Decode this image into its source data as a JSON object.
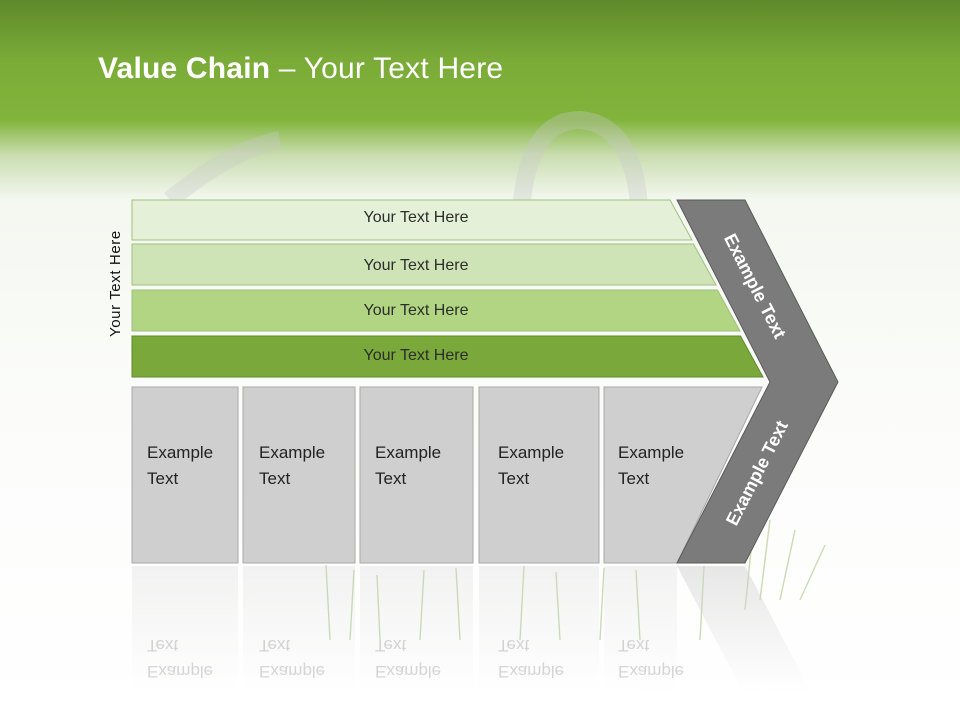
{
  "title": {
    "bold": "Value Chain",
    "rest": " – Your Text Here"
  },
  "side_label": "Your Text Here",
  "bands": [
    {
      "label": "Your Text Here",
      "color": "#e4f0d8"
    },
    {
      "label": "Your Text Here",
      "color": "#cfe4b6"
    },
    {
      "label": "Your Text Here",
      "color": "#b2d583"
    },
    {
      "label": "Your Text Here",
      "color": "#7aa83a"
    }
  ],
  "boxes": [
    {
      "line1": "Example",
      "line2": "Text"
    },
    {
      "line1": "Example",
      "line2": "Text"
    },
    {
      "line1": "Example",
      "line2": "Text"
    },
    {
      "line1": "Example",
      "line2": "Text"
    },
    {
      "line1": "Example",
      "line2": "Text"
    }
  ],
  "arrow": {
    "upper": "Example Text",
    "lower": "Example Text",
    "color": "#7b7b7b"
  },
  "colors": {
    "header": "#82b43c",
    "box_fill": "#cfcfcf",
    "box_border": "#a8a8a8"
  }
}
